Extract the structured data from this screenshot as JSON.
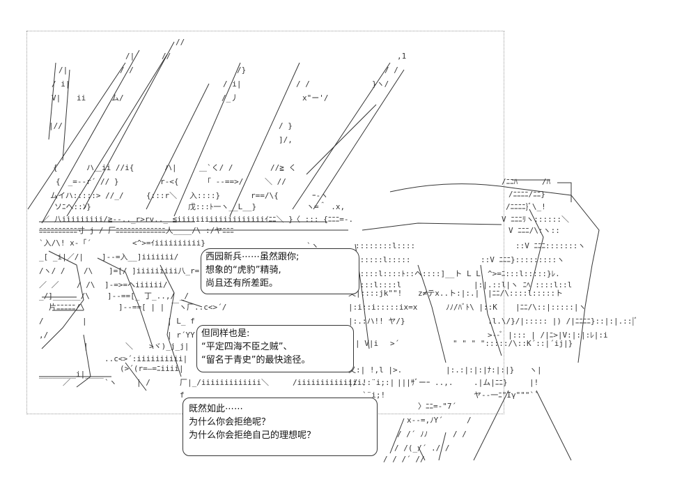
{
  "bubbles": {
    "top": {
      "line1": "西园新兵⋯⋯虽然跟你;",
      "line2": "想象的“虎豹”精骑,",
      "line3": "尚且还有所差距。"
    },
    "middle": {
      "line1": "但同样也是:",
      "line2": "“平定四海不臣之贼”、",
      "line3": "“留名于青史”的最快途径。"
    },
    "bottom": {
      "line1": "既然如此⋯⋯",
      "line2": "为什么你会拒绝呢？",
      "line3": "为什么你会拒绝自己的理想呢？"
    }
  },
  "art": {
    "marks": [
      "ヽ",
      "丶",
      "〆",
      "彡",
      "ノ",
      "ﾊ",
      "ｲ",
      "ﾟ",
      "≧",
      "＜",
      "＞",
      "ﾆ",
      "ｧ",
      "ゝ",
      "ｙ",
      "ﾍ",
      "ﾚ"
    ]
  }
}
